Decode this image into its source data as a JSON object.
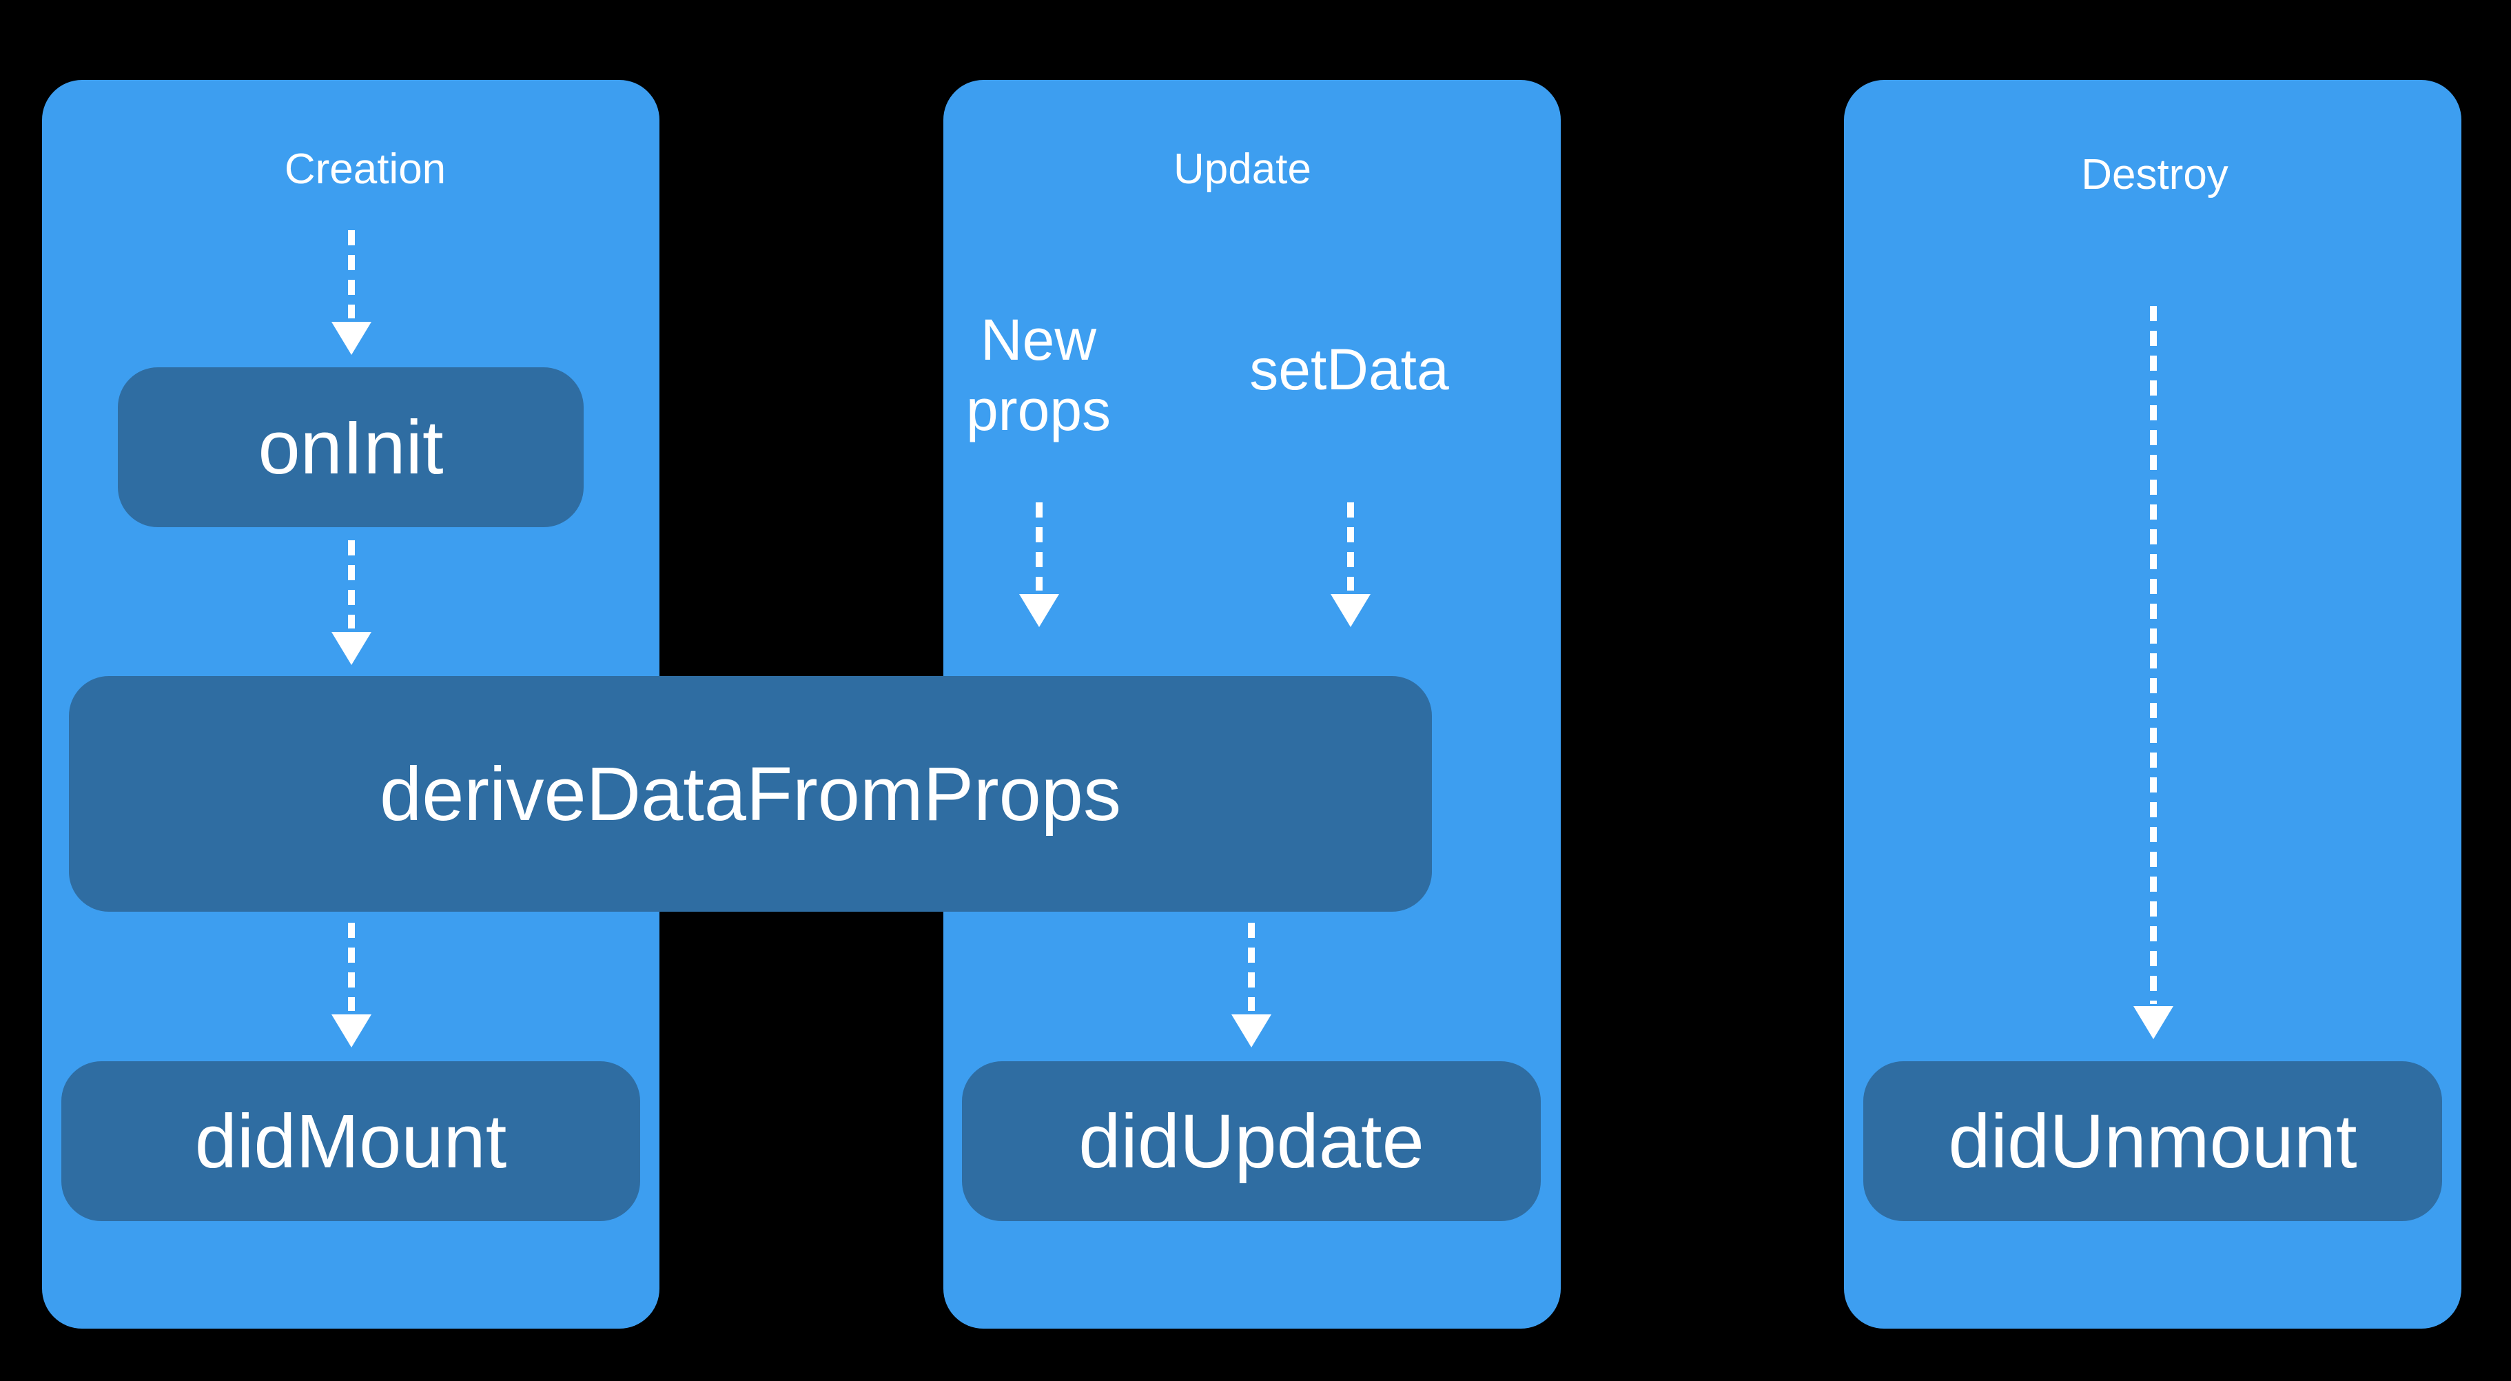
{
  "colors": {
    "background": "#000000",
    "panel": "#3d9ef0",
    "box": "#2f6da2",
    "text": "#ffffff",
    "arrow": "#ffffff"
  },
  "columns": {
    "creation": {
      "title": "Creation",
      "on_init": "onInit",
      "did_mount": "didMount"
    },
    "update": {
      "title": "Update",
      "trigger_new_props": "New props",
      "trigger_set_data": "setData",
      "did_update": "didUpdate"
    },
    "destroy": {
      "title": "Destroy",
      "did_unmount": "didUnmount"
    }
  },
  "shared": {
    "derive_data_from_props": "deriveDataFromProps"
  }
}
